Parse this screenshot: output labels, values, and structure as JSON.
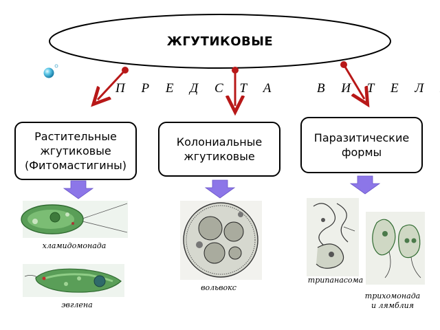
{
  "title": "ЖГУТИКОВЫЕ",
  "subtitle": "П Р Е Д С Т А    В И Т Е Л И",
  "categories": [
    "Растительные жгутиковые (Фитомастигины)",
    "Колониальные жгутиковые",
    "Паразитические формы"
  ],
  "organisms": {
    "chlamydomonas": "хламидомонада",
    "euglena": "эвглена",
    "volvox": "вольвокс",
    "trypanosoma": "трипанасома",
    "trichomonas": "трихомонада и лямблия"
  },
  "colors": {
    "arrow_red": "#b81818",
    "block_arrow": "#8c76e8",
    "cell_green": "#5a9e58"
  }
}
